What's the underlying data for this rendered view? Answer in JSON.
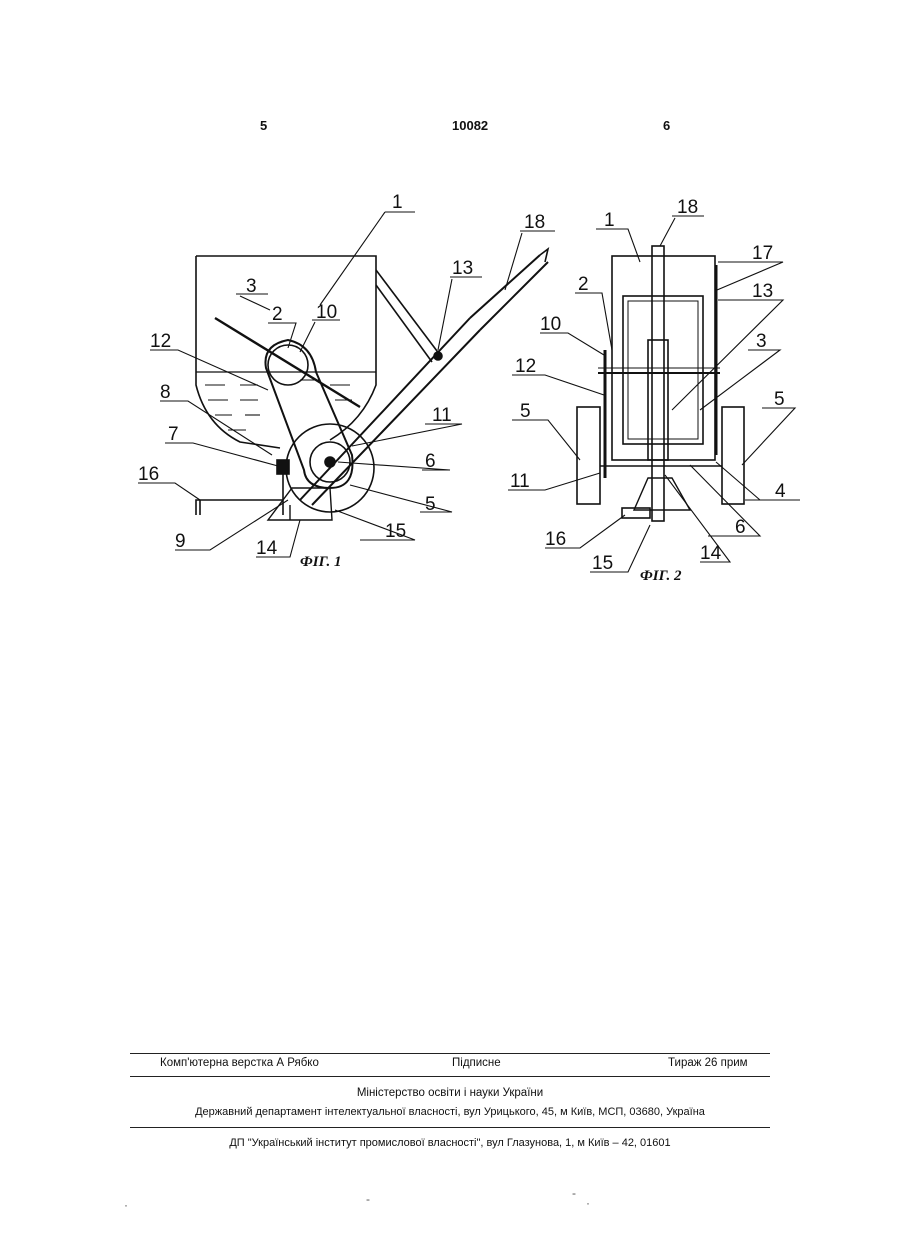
{
  "header": {
    "page_left": "5",
    "patent_number": "10082",
    "page_right": "6"
  },
  "figure1": {
    "caption": "ФІГ. 1",
    "labels": {
      "l1": "1",
      "l2": "2",
      "l3": "3",
      "l5": "5",
      "l6": "6",
      "l7": "7",
      "l8": "8",
      "l9": "9",
      "l10": "10",
      "l11": "11",
      "l12": "12",
      "l13": "13",
      "l14": "14",
      "l15": "15",
      "l16": "16",
      "l18": "18"
    }
  },
  "figure2": {
    "caption": "ФІГ. 2",
    "labels": {
      "l1": "1",
      "l2": "2",
      "l3": "3",
      "l4": "4",
      "l5a": "5",
      "l5b": "5",
      "l6": "6",
      "l10": "10",
      "l11": "11",
      "l12": "12",
      "l13": "13",
      "l14": "14",
      "l15": "15",
      "l16": "16",
      "l17": "17",
      "l18": "18"
    }
  },
  "imprint": {
    "layout_credit": "Комп'ютерна верстка А  Рябко",
    "signed": "Підписне",
    "circulation": "Тираж 26 прим",
    "ministry": "Міністерство освіти і науки України",
    "department": "Державний департамент інтелектуальної власності, вул  Урицького, 45, м  Київ, МСП, 03680, Україна",
    "institute": "ДП \"Український інститут промислової власності\", вул  Глазунова, 1, м  Київ – 42, 01601"
  }
}
